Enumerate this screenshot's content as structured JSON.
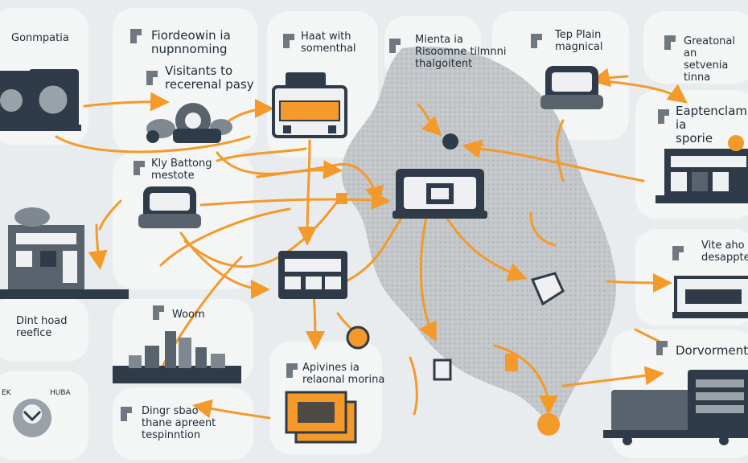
{
  "colors": {
    "accent": "#f39a2a",
    "dark": "#2f3b48",
    "map": "#b7bcc0",
    "card": "#f4f5f5",
    "bg": "#e9ecee"
  },
  "labels": {
    "top_left_1": "Gonmpatia",
    "top_left_2": "Fiordeowin ia\nnupnnoming",
    "top_left_3": "Visitants to\nrecerenal pasy",
    "top_mid_1": "Haat with\nsomenthal",
    "top_mid_2": "Mienta ia\nRisoomne tilmnni\nthalgoitent",
    "top_right_1": "Tep Plain\nmagnical",
    "top_right_2": "Greatonal an\nsetvenia tinna",
    "right_1": "Eaptenclam ia\nsporie",
    "mid_left": "Kly Battong\nmestote",
    "right_2": "Vite aho\ndesappternenc",
    "left_low": "Dint hoad\nreefice",
    "worn": "Woom",
    "bottom_mid": "Apivines ia\nrelaonal morina",
    "bottom_left": "Dingr sbao\nthane apreent\ntespinntion",
    "bottom_right": "Dorvorment",
    "tiny_tag_left": "EK",
    "tiny_tag_right": "HUBA"
  }
}
